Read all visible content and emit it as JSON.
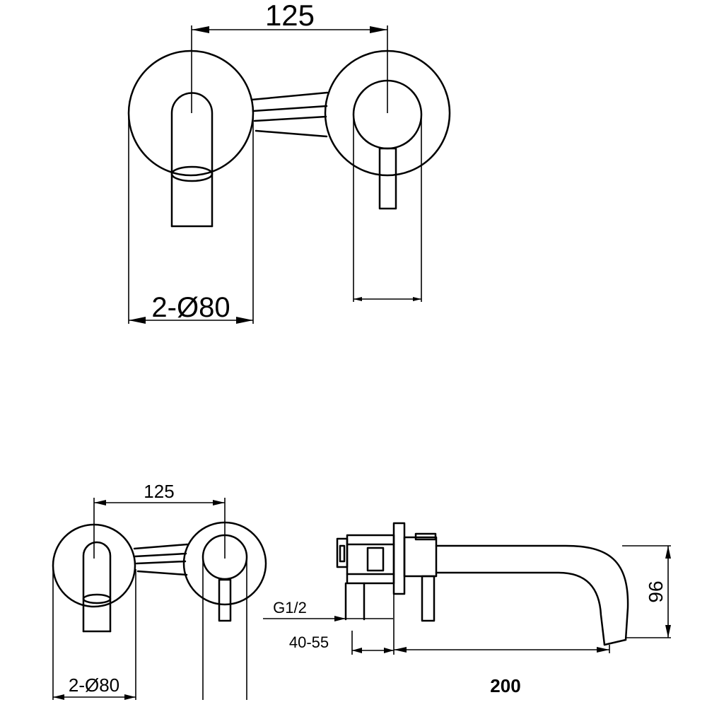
{
  "line_color": "#000000",
  "top_view": {
    "spacing_label": "125",
    "diameter_label": "2-Ø80"
  },
  "front_view": {
    "spacing_label": "125",
    "diameter_label": "2-Ø80"
  },
  "side_view": {
    "thread_label": "G1/2",
    "wall_depth_label": "40-55",
    "spout_length_label": "200",
    "spout_height_label": "96"
  }
}
